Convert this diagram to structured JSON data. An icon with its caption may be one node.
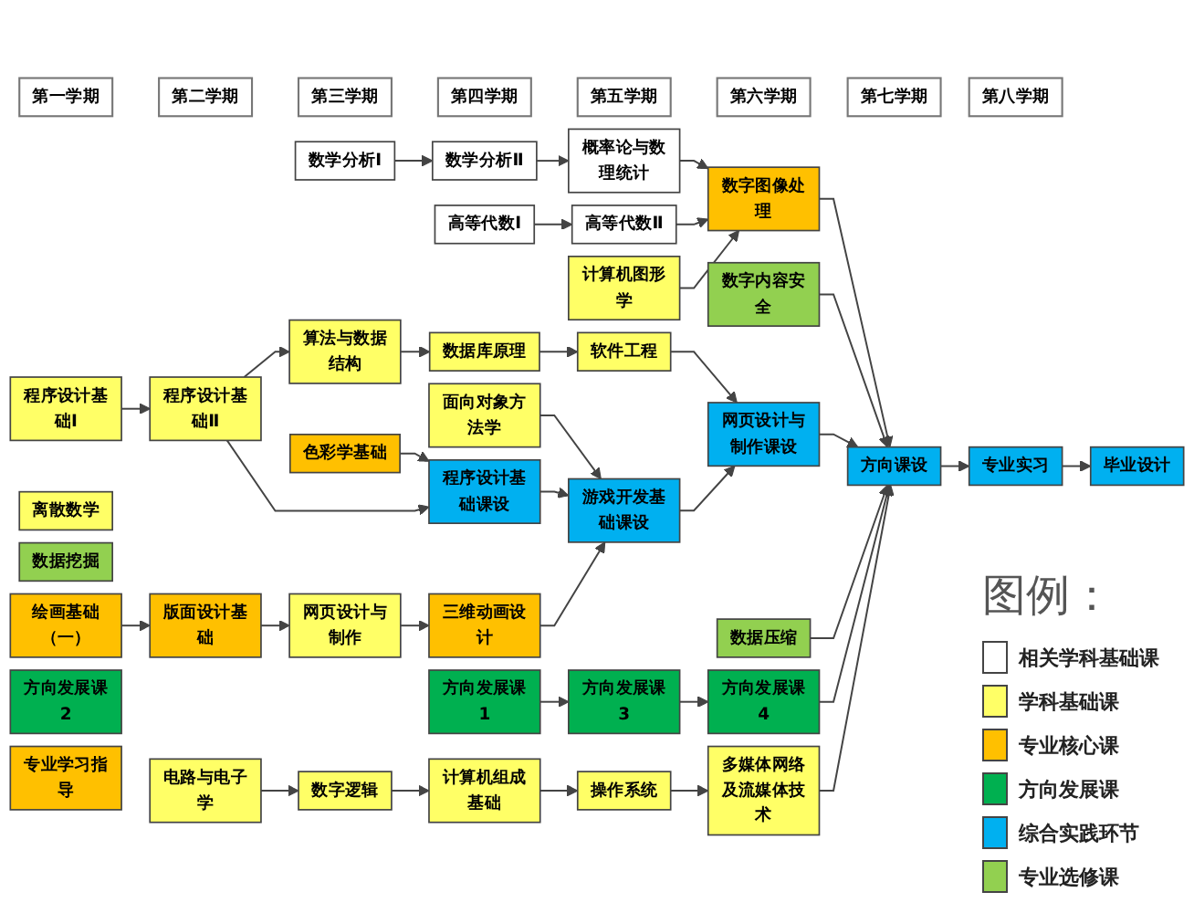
{
  "diagram": {
    "nodes": [
      {
        "text": [
          "第一学期"
        ]
      },
      {
        "text": [
          "第二学期"
        ]
      },
      {
        "text": [
          "第三学期"
        ]
      },
      {
        "text": [
          "第四学期"
        ]
      },
      {
        "text": [
          "第五学期"
        ]
      },
      {
        "text": [
          "第六学期"
        ]
      },
      {
        "text": [
          "第七学期"
        ]
      },
      {
        "text": [
          "第八学期"
        ]
      },
      {
        "text": [
          "数学分析Ⅰ"
        ]
      },
      {
        "text": [
          "数学分析Ⅱ"
        ]
      },
      {
        "text": [
          "概率论与数理统计"
        ]
      },
      {
        "text": [
          "数字图像处理"
        ]
      },
      {
        "text": [
          "高等代数Ⅰ"
        ]
      },
      {
        "text": [
          "高等代数Ⅱ"
        ]
      },
      {
        "text": [
          "计算机图形学"
        ]
      },
      {
        "text": [
          "程序设计基础Ⅰ"
        ]
      },
      {
        "text": [
          "离散数学"
        ]
      },
      {
        "text": [
          "程序设计基础Ⅱ"
        ]
      },
      {
        "text": [
          "算法与数据结构"
        ]
      },
      {
        "text": [
          "数据库原理"
        ]
      },
      {
        "text": [
          "软件工程"
        ]
      },
      {
        "text": [
          "数据挖掘"
        ]
      },
      {
        "text": [
          "数字内容安全"
        ]
      },
      {
        "text": [
          "面向对象方法学"
        ]
      },
      {
        "text": [
          "程序设计基础课设"
        ]
      },
      {
        "text": [
          "游戏开发基础课设"
        ]
      },
      {
        "text": [
          "网页设计与制作课设"
        ]
      },
      {
        "text": [
          "方向课设"
        ]
      },
      {
        "text": [
          "专业实习"
        ]
      },
      {
        "text": [
          "毕业设计"
        ]
      },
      {
        "text": [
          "色彩学基础"
        ]
      },
      {
        "text": [
          "绘画基础（一）"
        ]
      },
      {
        "text": [
          "版面设计基础"
        ]
      },
      {
        "text": [
          "网页设计与制作"
        ]
      },
      {
        "text": [
          "三维动画设计"
        ]
      },
      {
        "text": [
          "数据压缩"
        ]
      },
      {
        "text": [
          "方向发展课1"
        ]
      },
      {
        "text": [
          "方向发展课2"
        ]
      },
      {
        "text": [
          "专业学习指导"
        ]
      },
      {
        "text": [
          "方向发展课4"
        ]
      },
      {
        "text": [
          "方向发展课3"
        ]
      },
      {
        "text": [
          "电路与电子学"
        ]
      },
      {
        "text": [
          "数字逻辑"
        ]
      },
      {
        "text": [
          "计算机组成基础"
        ]
      },
      {
        "text": [
          "操作系统"
        ]
      },
      {
        "text": [
          "多媒体网络及流媒体技术"
        ]
      }
    ],
    "edges": [
      {
        "from": 8,
        "to": 9,
        "arrow": "to"
      },
      {
        "from": 9,
        "to": 10,
        "arrow": "to"
      },
      {
        "from": 10,
        "to": 11,
        "arrow": "to"
      },
      {
        "from": 12,
        "to": 13,
        "arrow": "to"
      },
      {
        "from": 13,
        "to": 11,
        "arrow": "to"
      },
      {
        "from": 14,
        "to": 11,
        "arrow": "to"
      },
      {
        "from": 15,
        "to": 17,
        "arrow": "to"
      },
      {
        "from": 17,
        "to": 18,
        "arrow": "to"
      },
      {
        "from": 18,
        "to": 19,
        "arrow": "to"
      },
      {
        "from": 19,
        "to": 20,
        "arrow": "to"
      },
      {
        "from": 17,
        "to": 24,
        "arrow": "to"
      },
      {
        "from": 30,
        "to": 24,
        "arrow": "to"
      },
      {
        "from": 24,
        "to": 25,
        "arrow": "to"
      },
      {
        "from": 23,
        "to": 25,
        "arrow": "to"
      },
      {
        "from": 34,
        "to": 25,
        "arrow": "to"
      },
      {
        "from": 31,
        "to": 32,
        "arrow": "to"
      },
      {
        "from": 32,
        "to": 33,
        "arrow": "to"
      },
      {
        "from": 33,
        "to": 34,
        "arrow": "to"
      },
      {
        "from": 25,
        "to": 26,
        "arrow": "to"
      },
      {
        "from": 20,
        "to": 26,
        "arrow": "to"
      },
      {
        "from": 26,
        "to": 27,
        "arrow": "to"
      },
      {
        "from": 11,
        "to": 27,
        "arrow": "to"
      },
      {
        "from": 22,
        "to": 27,
        "arrow": "to"
      },
      {
        "from": 35,
        "to": 27,
        "arrow": "to"
      },
      {
        "from": 39,
        "to": 27,
        "arrow": "to"
      },
      {
        "from": 45,
        "to": 27,
        "arrow": "to"
      },
      {
        "from": 27,
        "to": 28,
        "arrow": "to"
      },
      {
        "from": 28,
        "to": 29,
        "arrow": "to"
      },
      {
        "from": 36,
        "to": 40,
        "arrow": "to"
      },
      {
        "from": 40,
        "to": 39,
        "arrow": "to"
      },
      {
        "from": 41,
        "to": 42,
        "arrow": "to"
      },
      {
        "from": 42,
        "to": 43,
        "arrow": "to"
      },
      {
        "from": 43,
        "to": 44,
        "arrow": "to"
      },
      {
        "from": 44,
        "to": 45,
        "arrow": "to"
      }
    ],
    "labels": [
      "图例："
    ],
    "legend": [
      {
        "text": "相关学科基础课",
        "color": "#ffffff"
      },
      {
        "text": "学科基础课",
        "color": "#ffff66"
      },
      {
        "text": "专业核心课",
        "color": "#ffc000"
      },
      {
        "text": "方向发展课",
        "color": "#00b050"
      },
      {
        "text": "综合实践环节",
        "color": "#00b0f0"
      },
      {
        "text": "专业选修课",
        "color": "#92d050"
      }
    ]
  }
}
